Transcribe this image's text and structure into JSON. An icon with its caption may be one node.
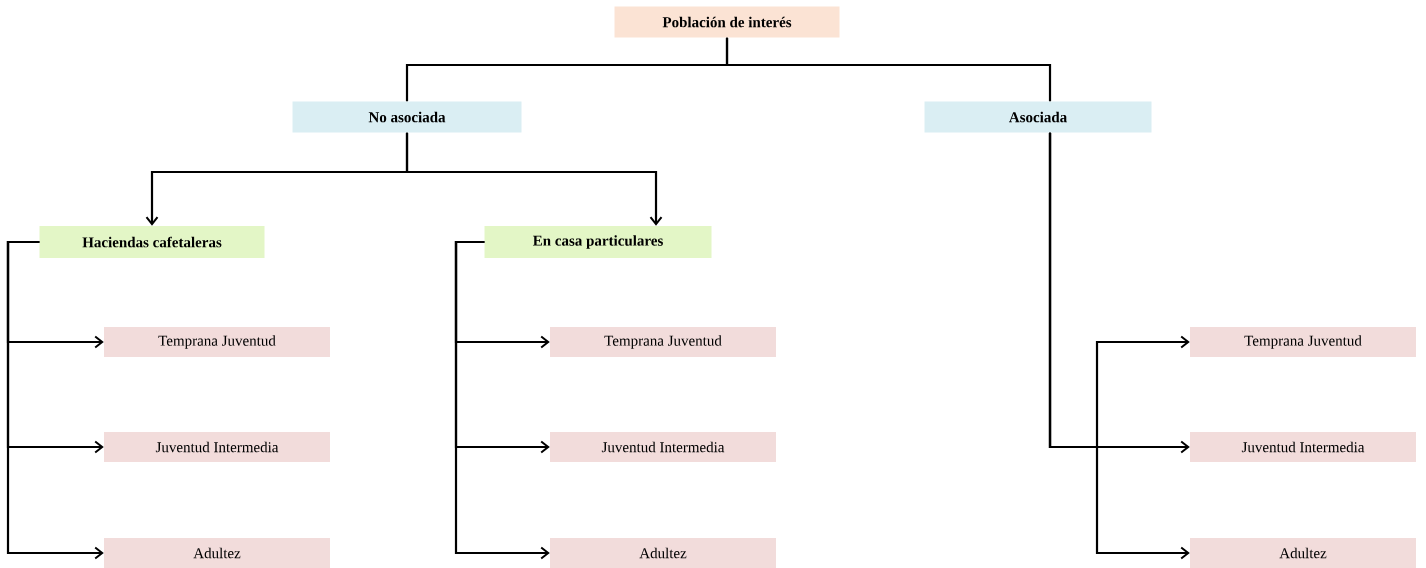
{
  "diagram": {
    "nodes": [
      {
        "text": [
          "Población de interés"
        ]
      },
      {
        "text": [
          "No  asociada"
        ]
      },
      {
        "text": [
          "Asociada"
        ]
      },
      {
        "text": [
          "Haciendas cafetaleras"
        ]
      },
      {
        "text": [
          "En casa particulares"
        ]
      },
      {
        "text": [
          "Temprana Juventud"
        ]
      },
      {
        "text": [
          "Juventud Intermedia"
        ]
      },
      {
        "text": [
          "Adultez"
        ]
      },
      {
        "text": [
          "Temprana Juventud"
        ]
      },
      {
        "text": [
          "Juventud Intermedia"
        ]
      },
      {
        "text": [
          "Adultez"
        ]
      },
      {
        "text": [
          "Temprana Juventud"
        ]
      },
      {
        "text": [
          "Juventud Intermedia"
        ]
      },
      {
        "text": [
          "Adultez"
        ]
      }
    ],
    "edges": [
      {
        "from": 0,
        "to": 1,
        "arrow": "none"
      },
      {
        "from": 0,
        "to": 2,
        "arrow": "none"
      },
      {
        "from": 1,
        "to": 3,
        "arrow": "to"
      },
      {
        "from": 1,
        "to": 4,
        "arrow": "to"
      },
      {
        "from": 3,
        "to": 5,
        "arrow": "to"
      },
      {
        "from": 3,
        "to": 6,
        "arrow": "to"
      },
      {
        "from": 3,
        "to": 7,
        "arrow": "to"
      },
      {
        "from": 4,
        "to": 8,
        "arrow": "to"
      },
      {
        "from": 4,
        "to": 9,
        "arrow": "to"
      },
      {
        "from": 4,
        "to": 10,
        "arrow": "to"
      },
      {
        "from": 2,
        "to": 11,
        "arrow": "to"
      },
      {
        "from": 2,
        "to": 12,
        "arrow": "to"
      },
      {
        "from": 2,
        "to": 13,
        "arrow": "to"
      }
    ]
  }
}
